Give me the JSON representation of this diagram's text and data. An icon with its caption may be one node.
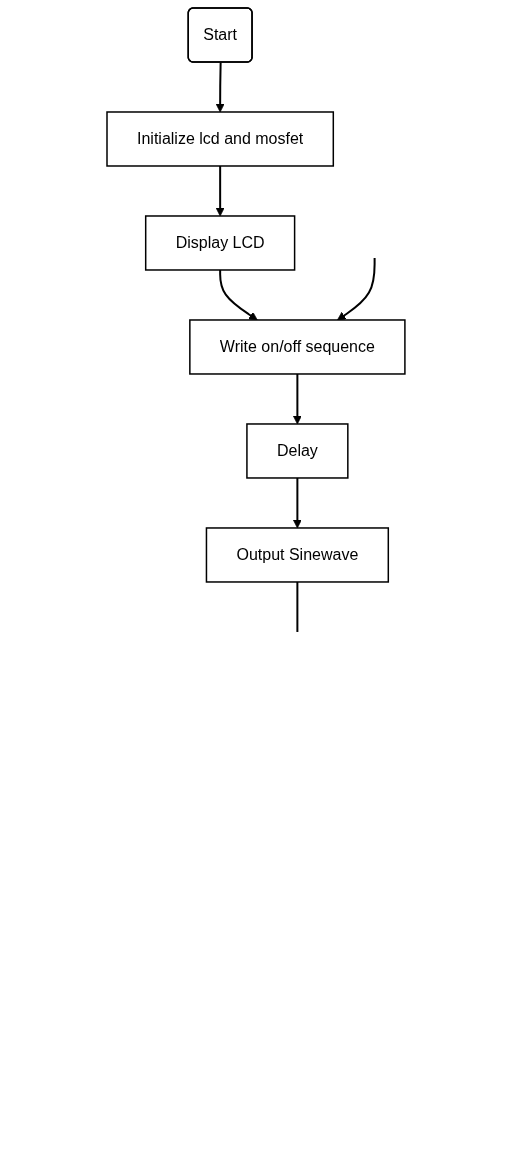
{
  "diagram": {
    "nodes": [
      {
        "text": [
          "Start"
        ]
      },
      {
        "text": [
          "Initialize lcd and mosfet"
        ]
      },
      {
        "text": [
          "Display LCD"
        ]
      },
      {
        "text": [
          "Write on/off sequence"
        ]
      },
      {
        "text": [
          "Delay"
        ]
      },
      {
        "text": [
          "Output Sinewave"
        ]
      }
    ],
    "edges": [
      {
        "from": 0,
        "to": 1,
        "arrow": "to"
      },
      {
        "from": 1,
        "to": 2,
        "arrow": "to"
      },
      {
        "from": 2,
        "to": 3,
        "arrow": "to"
      },
      {
        "from": null,
        "to": 3,
        "arrow": "to"
      },
      {
        "from": 3,
        "to": 4,
        "arrow": "to"
      },
      {
        "from": 4,
        "to": 5,
        "arrow": "to"
      },
      {
        "from": 5,
        "to": null,
        "arrow": "none"
      }
    ]
  }
}
